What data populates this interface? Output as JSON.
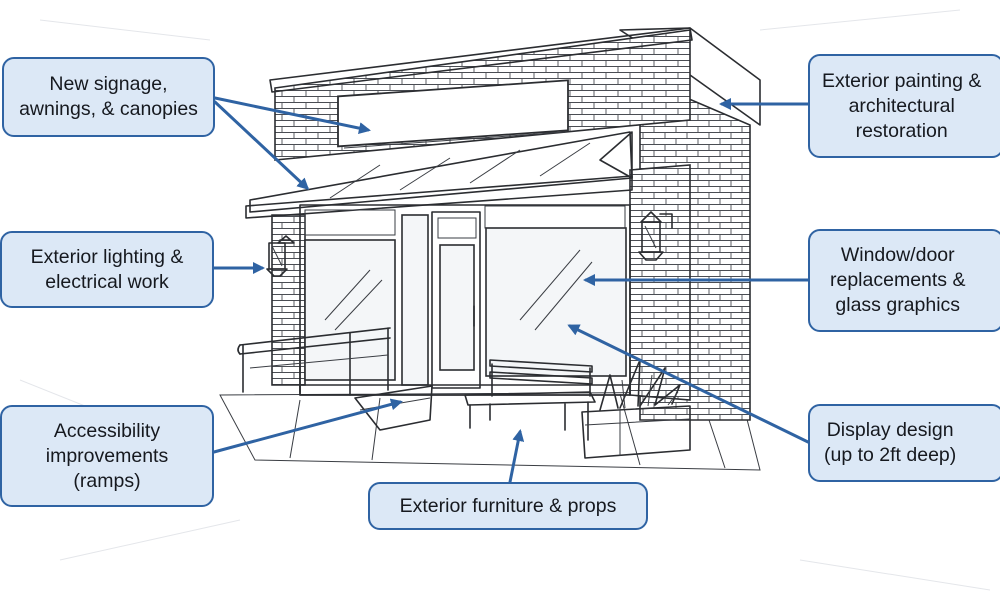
{
  "callouts": {
    "signage": "New signage,\nawnings, & canopies",
    "painting": "Exterior painting &\narchitectural\nrestoration",
    "lighting": "Exterior lighting &\nelectrical work",
    "window": "Window/door\nreplacements &\nglass graphics",
    "accessibility": "Accessibility\nimprovements\n(ramps)",
    "display": "Display design\n(up to 2ft deep)",
    "furniture": "Exterior furniture & props"
  },
  "colors": {
    "callout_fill": "#dce8f6",
    "callout_border": "#2f63a3",
    "arrow": "#2f63a3",
    "line_art": "#2b2d31"
  }
}
